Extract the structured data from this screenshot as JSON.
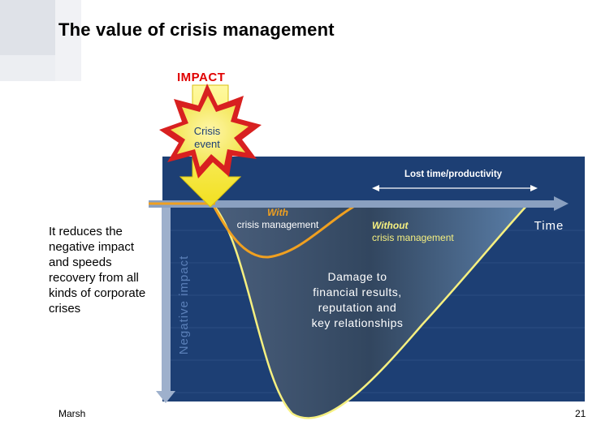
{
  "slide": {
    "title": "The value of crisis management",
    "impact_label": "IMPACT",
    "left_text": "It reduces the negative impact and speeds recovery from all kinds of corporate crises",
    "footer": "Marsh",
    "page_number": "21"
  },
  "diagram": {
    "crisis_event_line1": "Crisis",
    "crisis_event_line2": "event",
    "lost_time_label": "Lost time/productivity",
    "time_axis_label": "Time",
    "negative_axis_label": "Negative impact",
    "with_label_line1": "With",
    "with_label_line2": "crisis management",
    "without_label_line1": "Without",
    "without_label_line2": "crisis management",
    "damage_line1": "Damage to",
    "damage_line2": "financial results,",
    "damage_line3": "reputation and",
    "damage_line4": "key relationships"
  },
  "colors": {
    "panel": "#1d3f74",
    "axis": "#8aa0c0",
    "with_curve": "#f0a020",
    "without_curve": "#f6f080",
    "burst_red": "#d82020",
    "burst_yellow": "#f4e860",
    "arrow_yellow": "#f6ec50"
  }
}
